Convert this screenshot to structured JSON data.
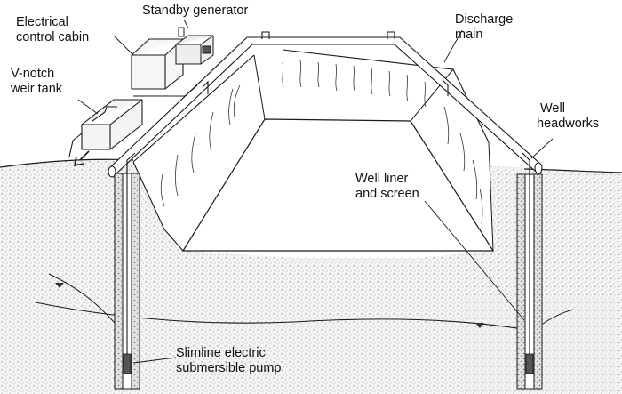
{
  "labels": {
    "standby_generator": "Standby generator",
    "electrical_cabin_1": "Electrical",
    "electrical_cabin_2": "control cabin",
    "vnotch_1": "V-notch",
    "vnotch_2": "weir tank",
    "discharge_1": "Discharge",
    "discharge_2": "main",
    "well_headworks_1": "Well",
    "well_headworks_2": "headworks",
    "well_liner_1": "Well liner",
    "well_liner_2": "and screen",
    "pump_1": "Slimline electric",
    "pump_2": "submersible pump"
  },
  "colors": {
    "line": "#1a1a1a",
    "ground": "#f2f2f2",
    "speckle": "#9a9a9a",
    "excavation_floor": "#ffffff",
    "well_bore": "#e4e4e4",
    "text": "#111111"
  }
}
